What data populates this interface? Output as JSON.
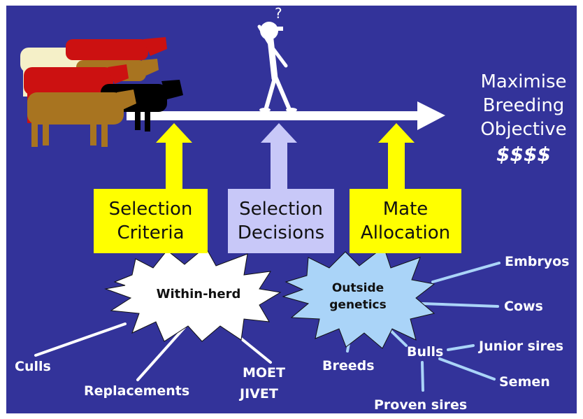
{
  "objective": {
    "lines": [
      "Maximise",
      "Breeding",
      "Objective"
    ],
    "dollars": "$$$$"
  },
  "boxes": {
    "selection_criteria": {
      "line1": "Selection",
      "line2": "Criteria",
      "color": "#ffff00"
    },
    "selection_decisions": {
      "line1": "Selection",
      "line2": "Decisions",
      "color": "#c8c8f8"
    },
    "mate_allocation": {
      "line1": "Mate",
      "line2": "Allocation",
      "color": "#ffff00"
    }
  },
  "figure": {
    "question_mark": "?"
  },
  "bursts": {
    "within_herd": {
      "label": "Within-herd",
      "color": "#ffffff"
    },
    "outside_genetics": {
      "line1": "Outside",
      "line2": "genetics",
      "color": "#aad4f8"
    }
  },
  "labels": {
    "culls": "Culls",
    "replacements": "Replacements",
    "moet": "MOET",
    "jivet": "JIVET",
    "breeds": "Breeds",
    "bulls": "Bulls",
    "proven_sires": "Proven sires",
    "junior_sires": "Junior sires",
    "semen": "Semen",
    "embryos": "Embryos",
    "cows": "Cows"
  },
  "colors": {
    "background": "#33339a",
    "arrow": "#ffffff",
    "yellow": "#ffff00",
    "lavender": "#c8c8f8",
    "line_blue": "#aad4f8"
  }
}
